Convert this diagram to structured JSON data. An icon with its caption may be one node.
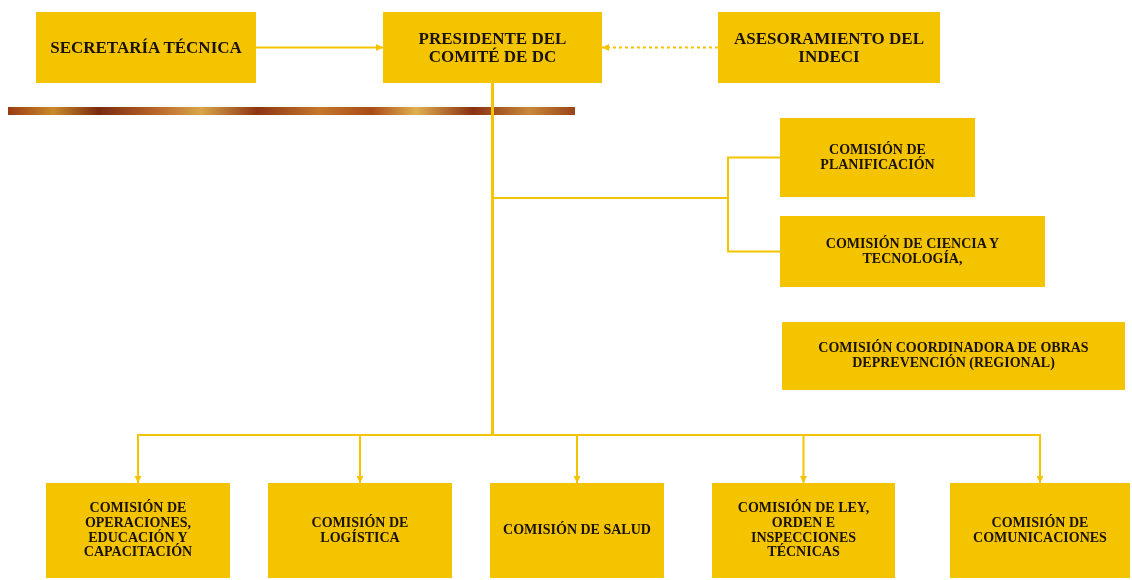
{
  "diagram": {
    "nodes": [
      {
        "text": [
          "SECRETARÍA TÉCNICA"
        ]
      },
      {
        "text": [
          "PRESIDENTE DEL COMITÉ DE DC"
        ]
      },
      {
        "text": [
          "ASESORAMIENTO DEL INDECI"
        ]
      },
      {
        "text": [
          "COMISIÓN DE PLANIFICACIÓN"
        ]
      },
      {
        "text": [
          "COMISIÓN DE CIENCIA Y TECNOLOGÍA,"
        ]
      },
      {
        "text": [
          "COMISIÓN COORDINADORA DE OBRAS DEPREVENCIÓN (REGIONAL)"
        ]
      },
      {
        "text": [
          "COMISIÓN DE OPERACIONES, EDUCACIÓN Y CAPACITACIÓN"
        ]
      },
      {
        "text": [
          "COMISIÓN DE LOGÍSTICA"
        ]
      },
      {
        "text": [
          "COMISIÓN DE SALUD"
        ]
      },
      {
        "text": [
          "COMISIÓN DE LEY, ORDEN E INSPECCIONES TÉCNICAS"
        ]
      },
      {
        "text": [
          "COMISIÓN DE COMUNICACIONES"
        ]
      }
    ],
    "edges": [
      {
        "from": 0,
        "to": 1,
        "arrow": "to"
      },
      {
        "from": 2,
        "to": 1,
        "arrow": "to",
        "style": "dashed"
      },
      {
        "from": 1,
        "to": 3,
        "arrow": "none"
      },
      {
        "from": 1,
        "to": 4,
        "arrow": "none"
      },
      {
        "from": 1,
        "to": 6,
        "arrow": "to"
      },
      {
        "from": 1,
        "to": 7,
        "arrow": "to"
      },
      {
        "from": 1,
        "to": 8,
        "arrow": "to"
      },
      {
        "from": 1,
        "to": 9,
        "arrow": "to"
      },
      {
        "from": 1,
        "to": 10,
        "arrow": "to"
      }
    ]
  }
}
